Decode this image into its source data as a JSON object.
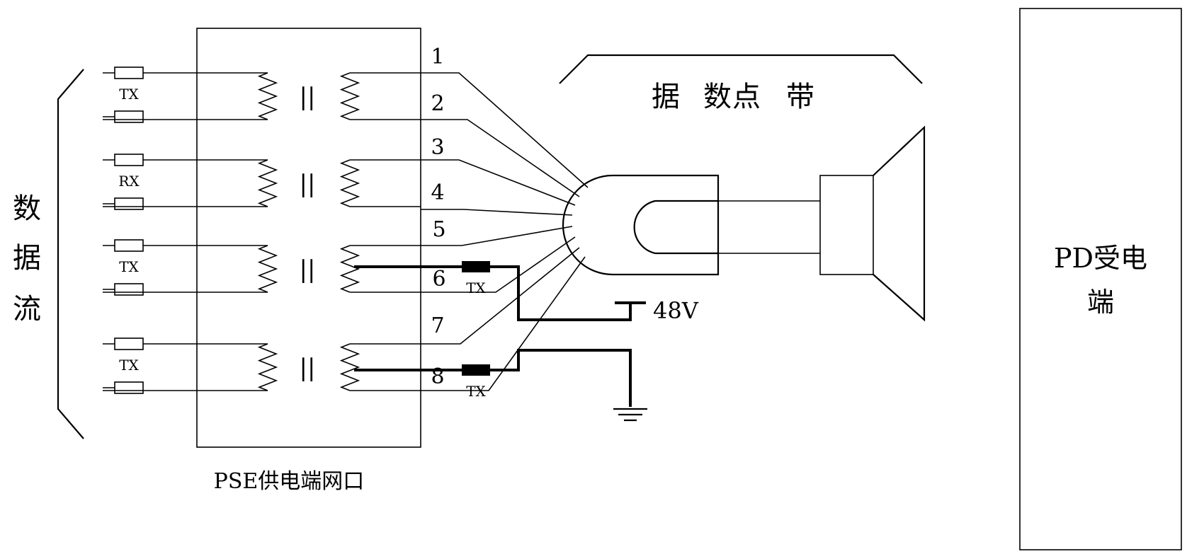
{
  "left_bracket": {
    "label": "数据流"
  },
  "pse": {
    "label": "PSE供电端网口",
    "channels": [
      {
        "label": "TX"
      },
      {
        "label": "RX"
      },
      {
        "label": "TX"
      },
      {
        "label": "TX"
      }
    ],
    "coupling_symbol": "||"
  },
  "pins": [
    "1",
    "2",
    "3",
    "4",
    "5",
    "6",
    "7",
    "8"
  ],
  "inline_components": [
    {
      "label": "TX"
    },
    {
      "label": "TX"
    }
  ],
  "power": {
    "voltage_label": "48V"
  },
  "top_bracket": {
    "label": "带点数据"
  },
  "pd": {
    "label_line1": "PD受电",
    "label_line2": "端"
  }
}
